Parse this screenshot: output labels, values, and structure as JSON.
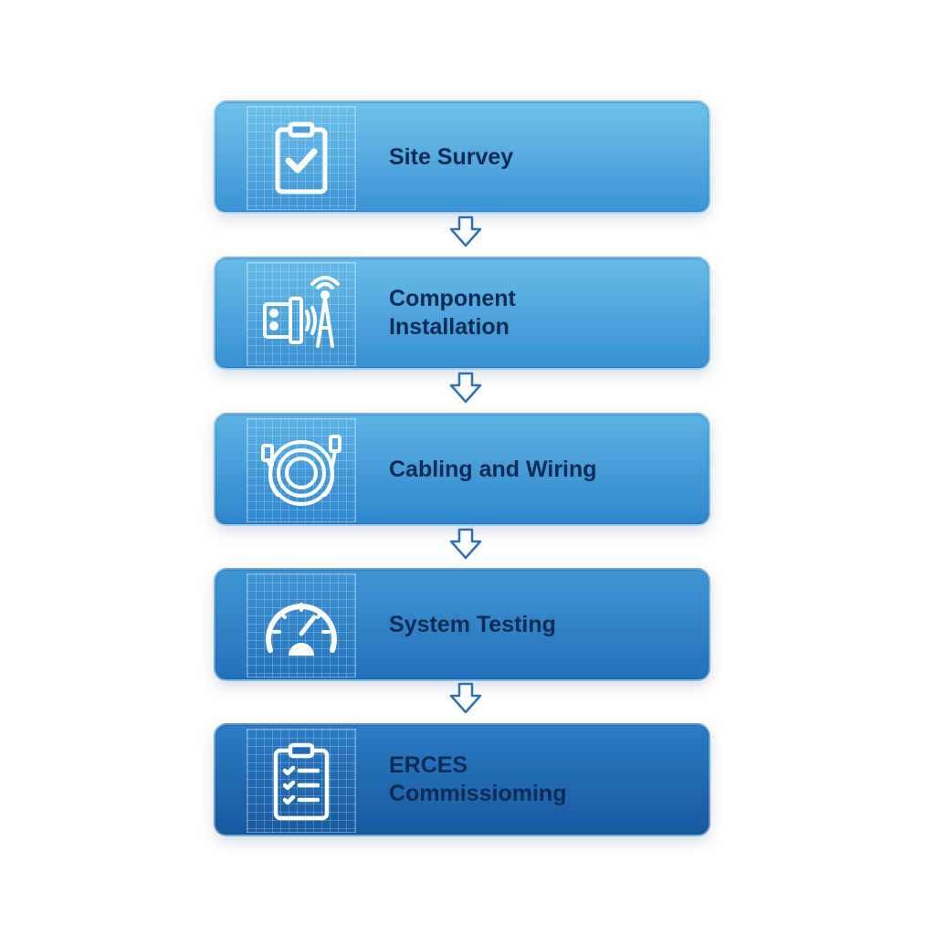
{
  "steps": [
    {
      "label": "Site Survey",
      "icon": "clipboard-check-icon"
    },
    {
      "label": "Component\nInstallation",
      "icon": "antenna-equipment-icon"
    },
    {
      "label": "Cabling and Wiring",
      "icon": "cable-coil-icon"
    },
    {
      "label": "System Testing",
      "icon": "gauge-icon"
    },
    {
      "label": "ERCES\nCommissioming",
      "icon": "checklist-clipboard-icon"
    }
  ],
  "colors": {
    "step_1_top": "#6cbfe9",
    "step_1_bottom": "#3a93d4",
    "step_5_top": "#2c7cc4",
    "step_5_bottom": "#17579e",
    "label_text": "#0e2b55",
    "arrow": "#2f6fb3"
  }
}
